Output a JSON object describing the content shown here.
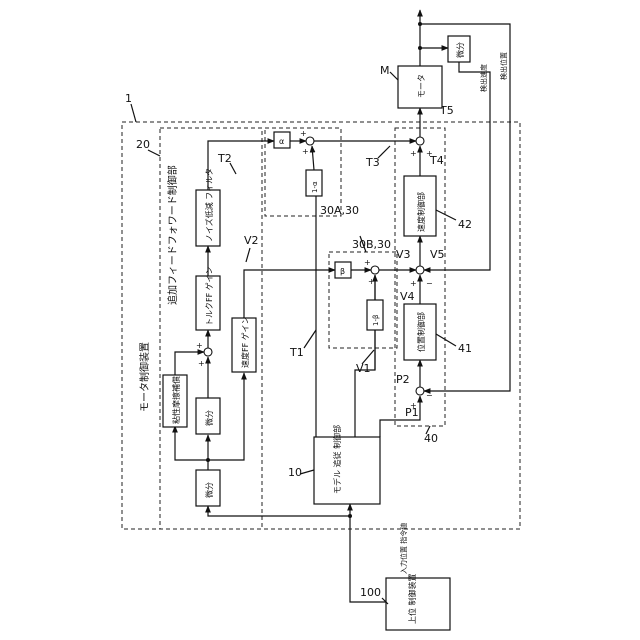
{
  "labels": {
    "device_number": "1",
    "motor_control_device": "モータ制御装置",
    "number_20": "20",
    "additional_ff_control_unit": "追加フィードフォワード制御部",
    "viscous_friction_comp": "粘性摩擦補償",
    "differentiator_a": "微分",
    "differentiator_b": "微分",
    "differentiator_top": "微分",
    "torque_ff_gain": "トルクFF ゲイン",
    "speed_ff_gain": "速度FF ゲイン",
    "noise_reduction_filter": "ノイズ低減 フィルタ",
    "model_tracking_unit": "モデル 追従 制御部",
    "number_10": "10",
    "alpha": "α",
    "one_minus_alpha": "1-α",
    "beta": "β",
    "one_minus_beta": "1-β",
    "label_30a": "30A,30",
    "label_30b": "30B,30",
    "speed_controller": "速度制御部",
    "position_controller": "位置制御部",
    "number_40": "40",
    "number_41": "41",
    "number_42": "42",
    "motor": "モータ",
    "motor_tag": "M",
    "detected_speed": "検出速度",
    "detected_position": "検出位置",
    "input_position_command": "入力位置 指令値",
    "upper_controller": "上位 制御装置",
    "number_100": "100",
    "t1": "T1",
    "t2": "T2",
    "t3": "T3",
    "t4": "T4",
    "t5": "T5",
    "v1": "V1",
    "v2": "V2",
    "v3": "V3",
    "v4": "V4",
    "v5": "V5",
    "p1": "P1",
    "p2": "P2",
    "plus": "+",
    "minus": "−"
  }
}
